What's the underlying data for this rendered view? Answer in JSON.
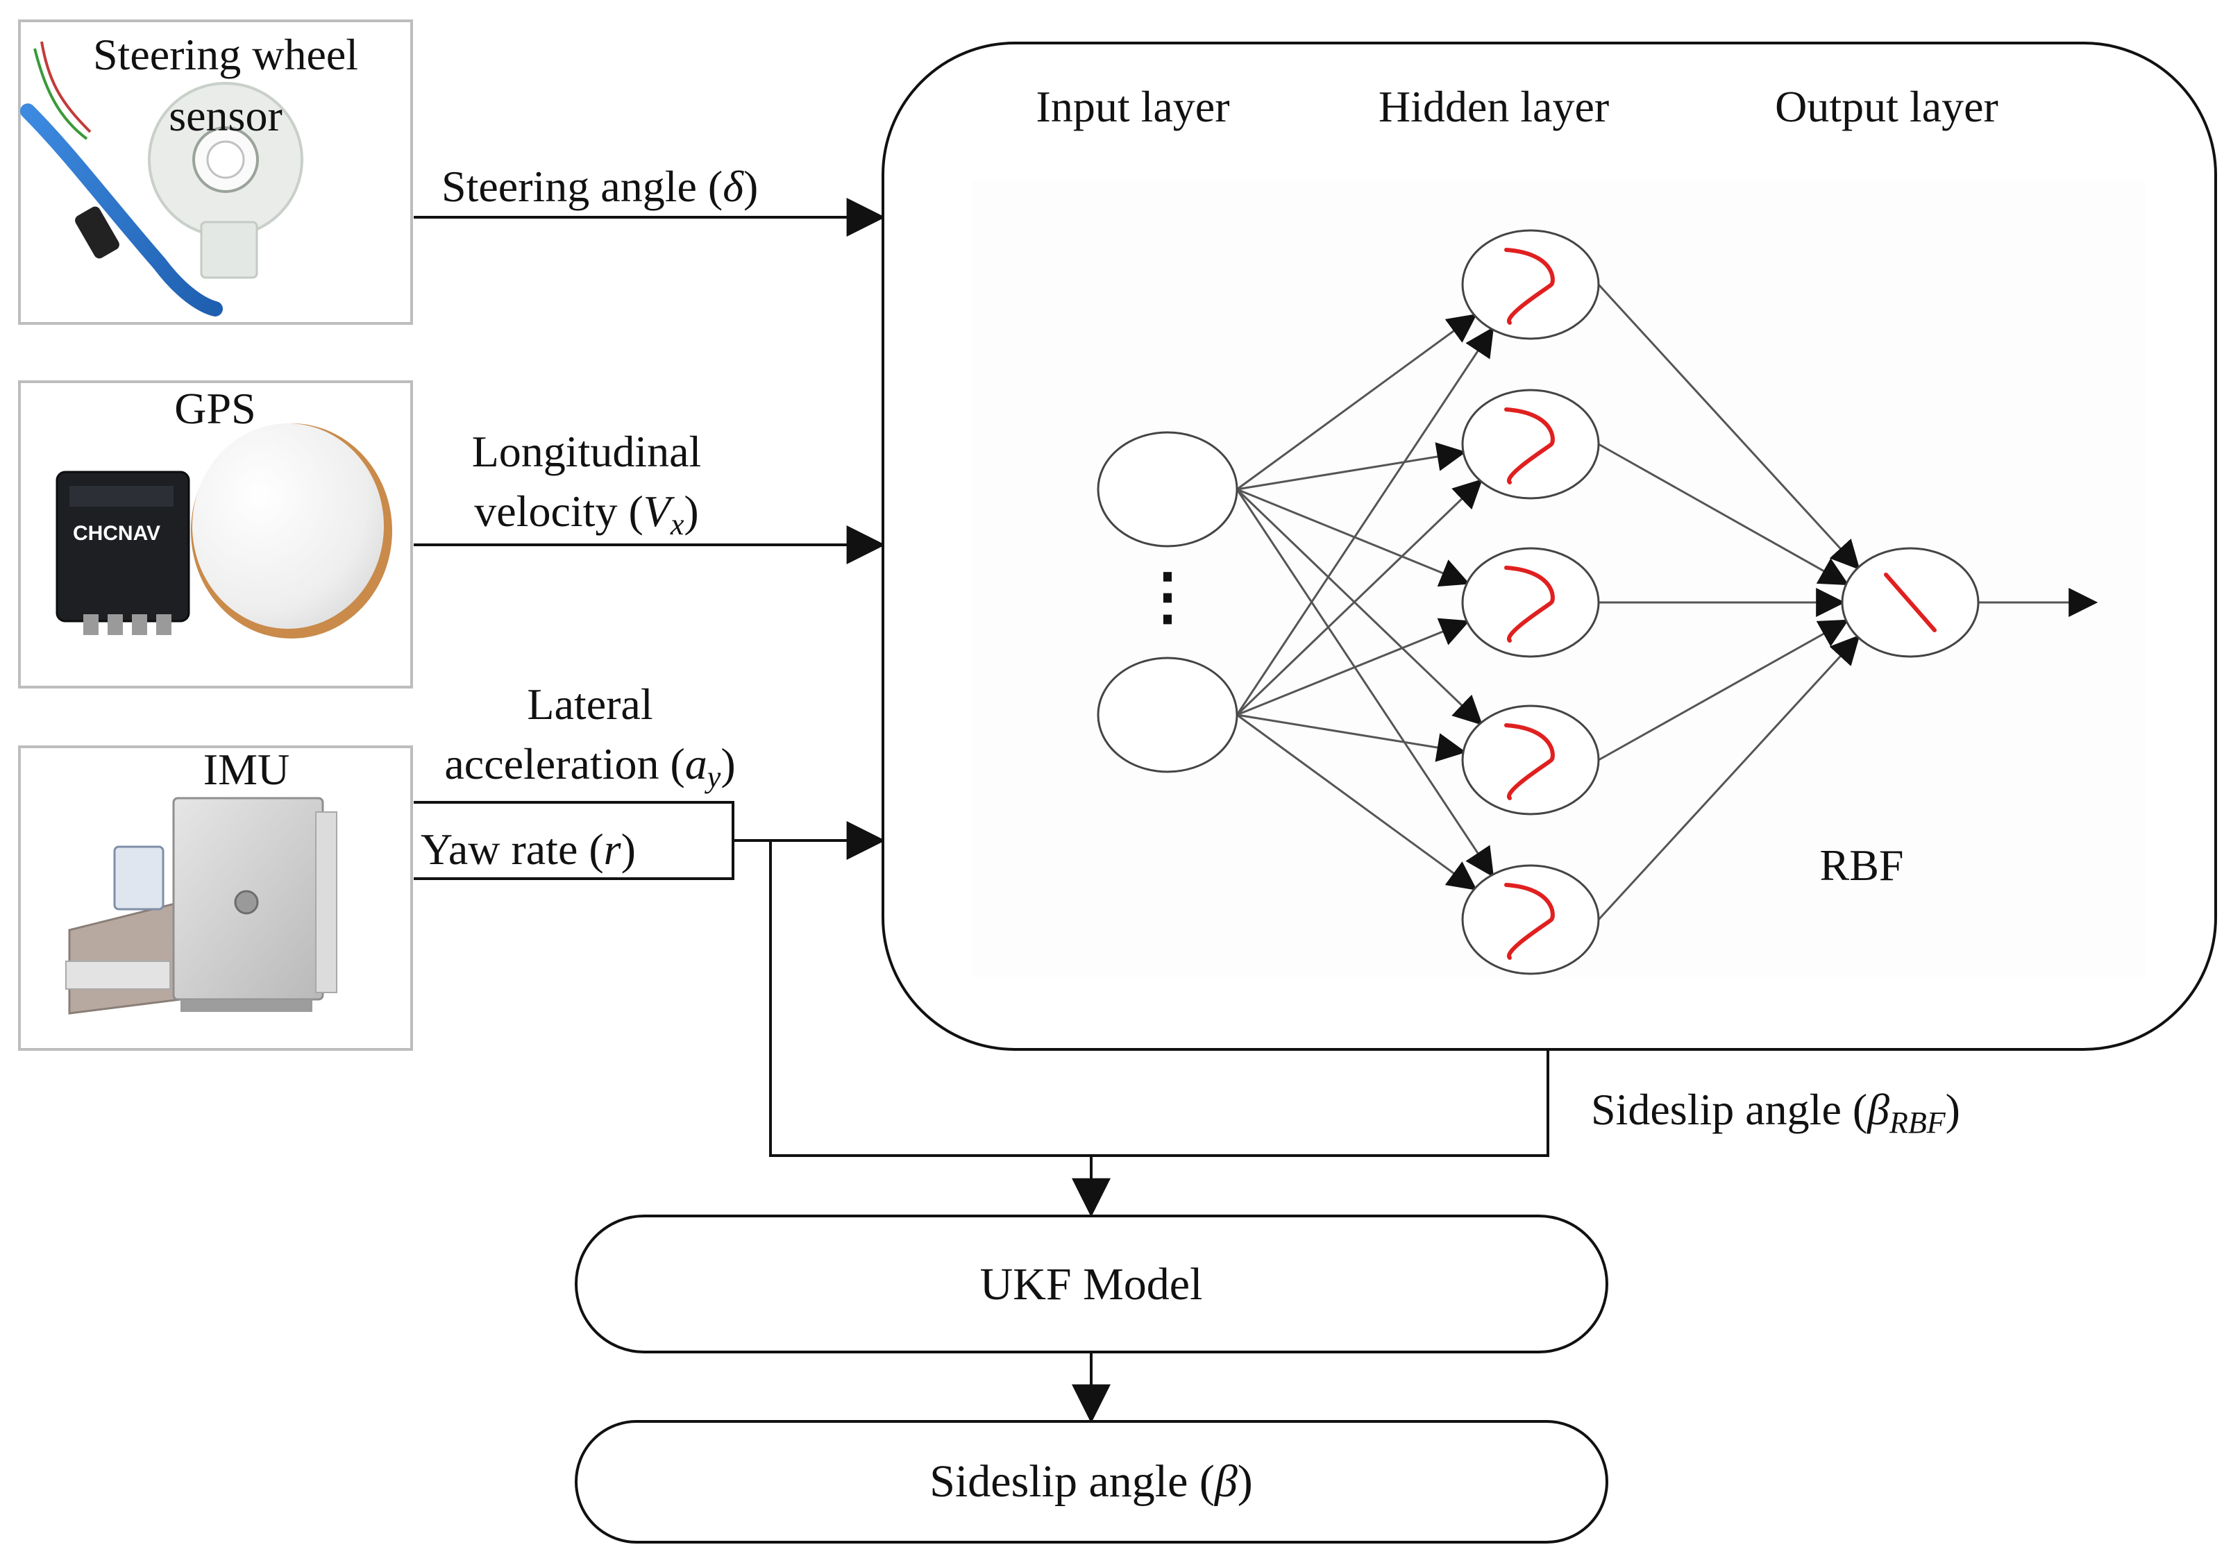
{
  "sensors": {
    "steering": {
      "title_line1": "Steering wheel",
      "title_line2": "sensor"
    },
    "gps": {
      "title": "GPS",
      "device_brand": "CHCNAV"
    },
    "imu": {
      "title": "IMU"
    }
  },
  "signals": {
    "steering_angle": {
      "text": "Steering angle (",
      "symbol": "δ",
      "close": ")"
    },
    "longitudinal_velocity": {
      "line1": "Longitudinal",
      "line2_text": "velocity (",
      "symbol": "V",
      "subscript": "x",
      "close": ")"
    },
    "lateral_acceleration": {
      "line1": "Lateral",
      "line2_text": "acceleration (",
      "symbol": "a",
      "subscript": "y",
      "close": ")"
    },
    "yaw_rate": {
      "text": "Yaw rate (",
      "symbol": "r",
      "close": ")"
    }
  },
  "network": {
    "headers": [
      "Input layer",
      "Hidden layer",
      "Output layer"
    ],
    "ellipsis": "⋮",
    "label": "RBF"
  },
  "rbf_output": {
    "text": "Sideslip angle  (",
    "symbol": "β",
    "subscript": "RBF",
    "close": ")"
  },
  "ukf": {
    "label": "UKF Model"
  },
  "final_output": {
    "text": "Sideslip angle (",
    "symbol": "β",
    "close": ")"
  },
  "icons": {
    "hidden_activation": "gaussian-curve-icon",
    "output_activation": "linear-line-icon"
  },
  "colors": {
    "activation_curve": "#e02020",
    "lines": "#111111"
  }
}
